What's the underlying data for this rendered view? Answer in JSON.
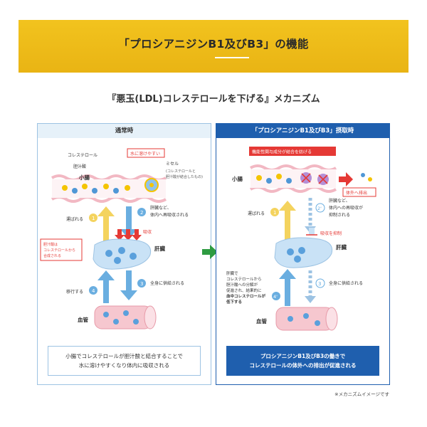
{
  "banner": {
    "title": "「プロシアニジンB1及びB3」の機能"
  },
  "mechanism_title": "『悪玉(LDL)コレステロールを下げる』メカニズム",
  "left": {
    "header": "通常時",
    "cholesterol": "コレステロール",
    "bile_acid": "胆汁酸",
    "micelle": "ミセル",
    "micelle_note_1": "(コレステロールと",
    "micelle_note_2": "胆汁酸が結合したもの)",
    "water_soluble": "水に溶けやすい",
    "intestine": "小腸",
    "step1_num": "1",
    "step1": "運ばれる",
    "step2_num": "2",
    "step2_a": "肝臓など、",
    "step2_b": "体内へ再吸収される",
    "absorb": "吸収",
    "liver": "肝臓",
    "synth_1": "胆汁酸は",
    "synth_2": "コレステロールから",
    "synth_3": "合成される",
    "step3_num": "3",
    "step3": "全身に供給される",
    "step4_num": "4",
    "step4": "移行する",
    "blood": "血管",
    "caption_1": "小腸でコレステロールが胆汁酸と結合することで",
    "caption_2": "水に溶けやすくなり体内に吸収される"
  },
  "right": {
    "header": "「プロシアニジンB1及びB3」摂取時",
    "inhibit": "機能性関与成分が結合を妨げる",
    "excrete": "体外へ排出",
    "intestine": "小腸",
    "step1_num": "1",
    "step1": "運ばれる",
    "step2_num": "2'",
    "step2_a": "肝臓など、",
    "step2_b": "体内への再吸収が",
    "step2_c": "抑制される",
    "suppress": "吸収を抑制",
    "liver": "肝臓",
    "step4_num": "4'",
    "step4_a": "肝臓で",
    "step4_b": "コレステロールから",
    "step4_c": "胆汁酸への分解が",
    "step4_d": "促進され、結果的に",
    "step4_e": "血中コレステロールが",
    "step4_f": "低下する",
    "step3_num": "3",
    "step3": "全身に供給される",
    "blood": "血管",
    "caption_1": "プロシアニジンB1及びB3の働きで",
    "caption_2": "コレステロールの体外への排出が促進される"
  },
  "footnote": "※メカニズムイメージです",
  "colors": {
    "banner": "#f0bf1b",
    "navy": "#1f5fae",
    "light_blue": "#9dc3e3",
    "arrow_blue": "#6aaee0",
    "arrow_yellow": "#f4d35e",
    "red": "#e53935",
    "green": "#2e9b41",
    "pink": "#f6c7cf"
  }
}
